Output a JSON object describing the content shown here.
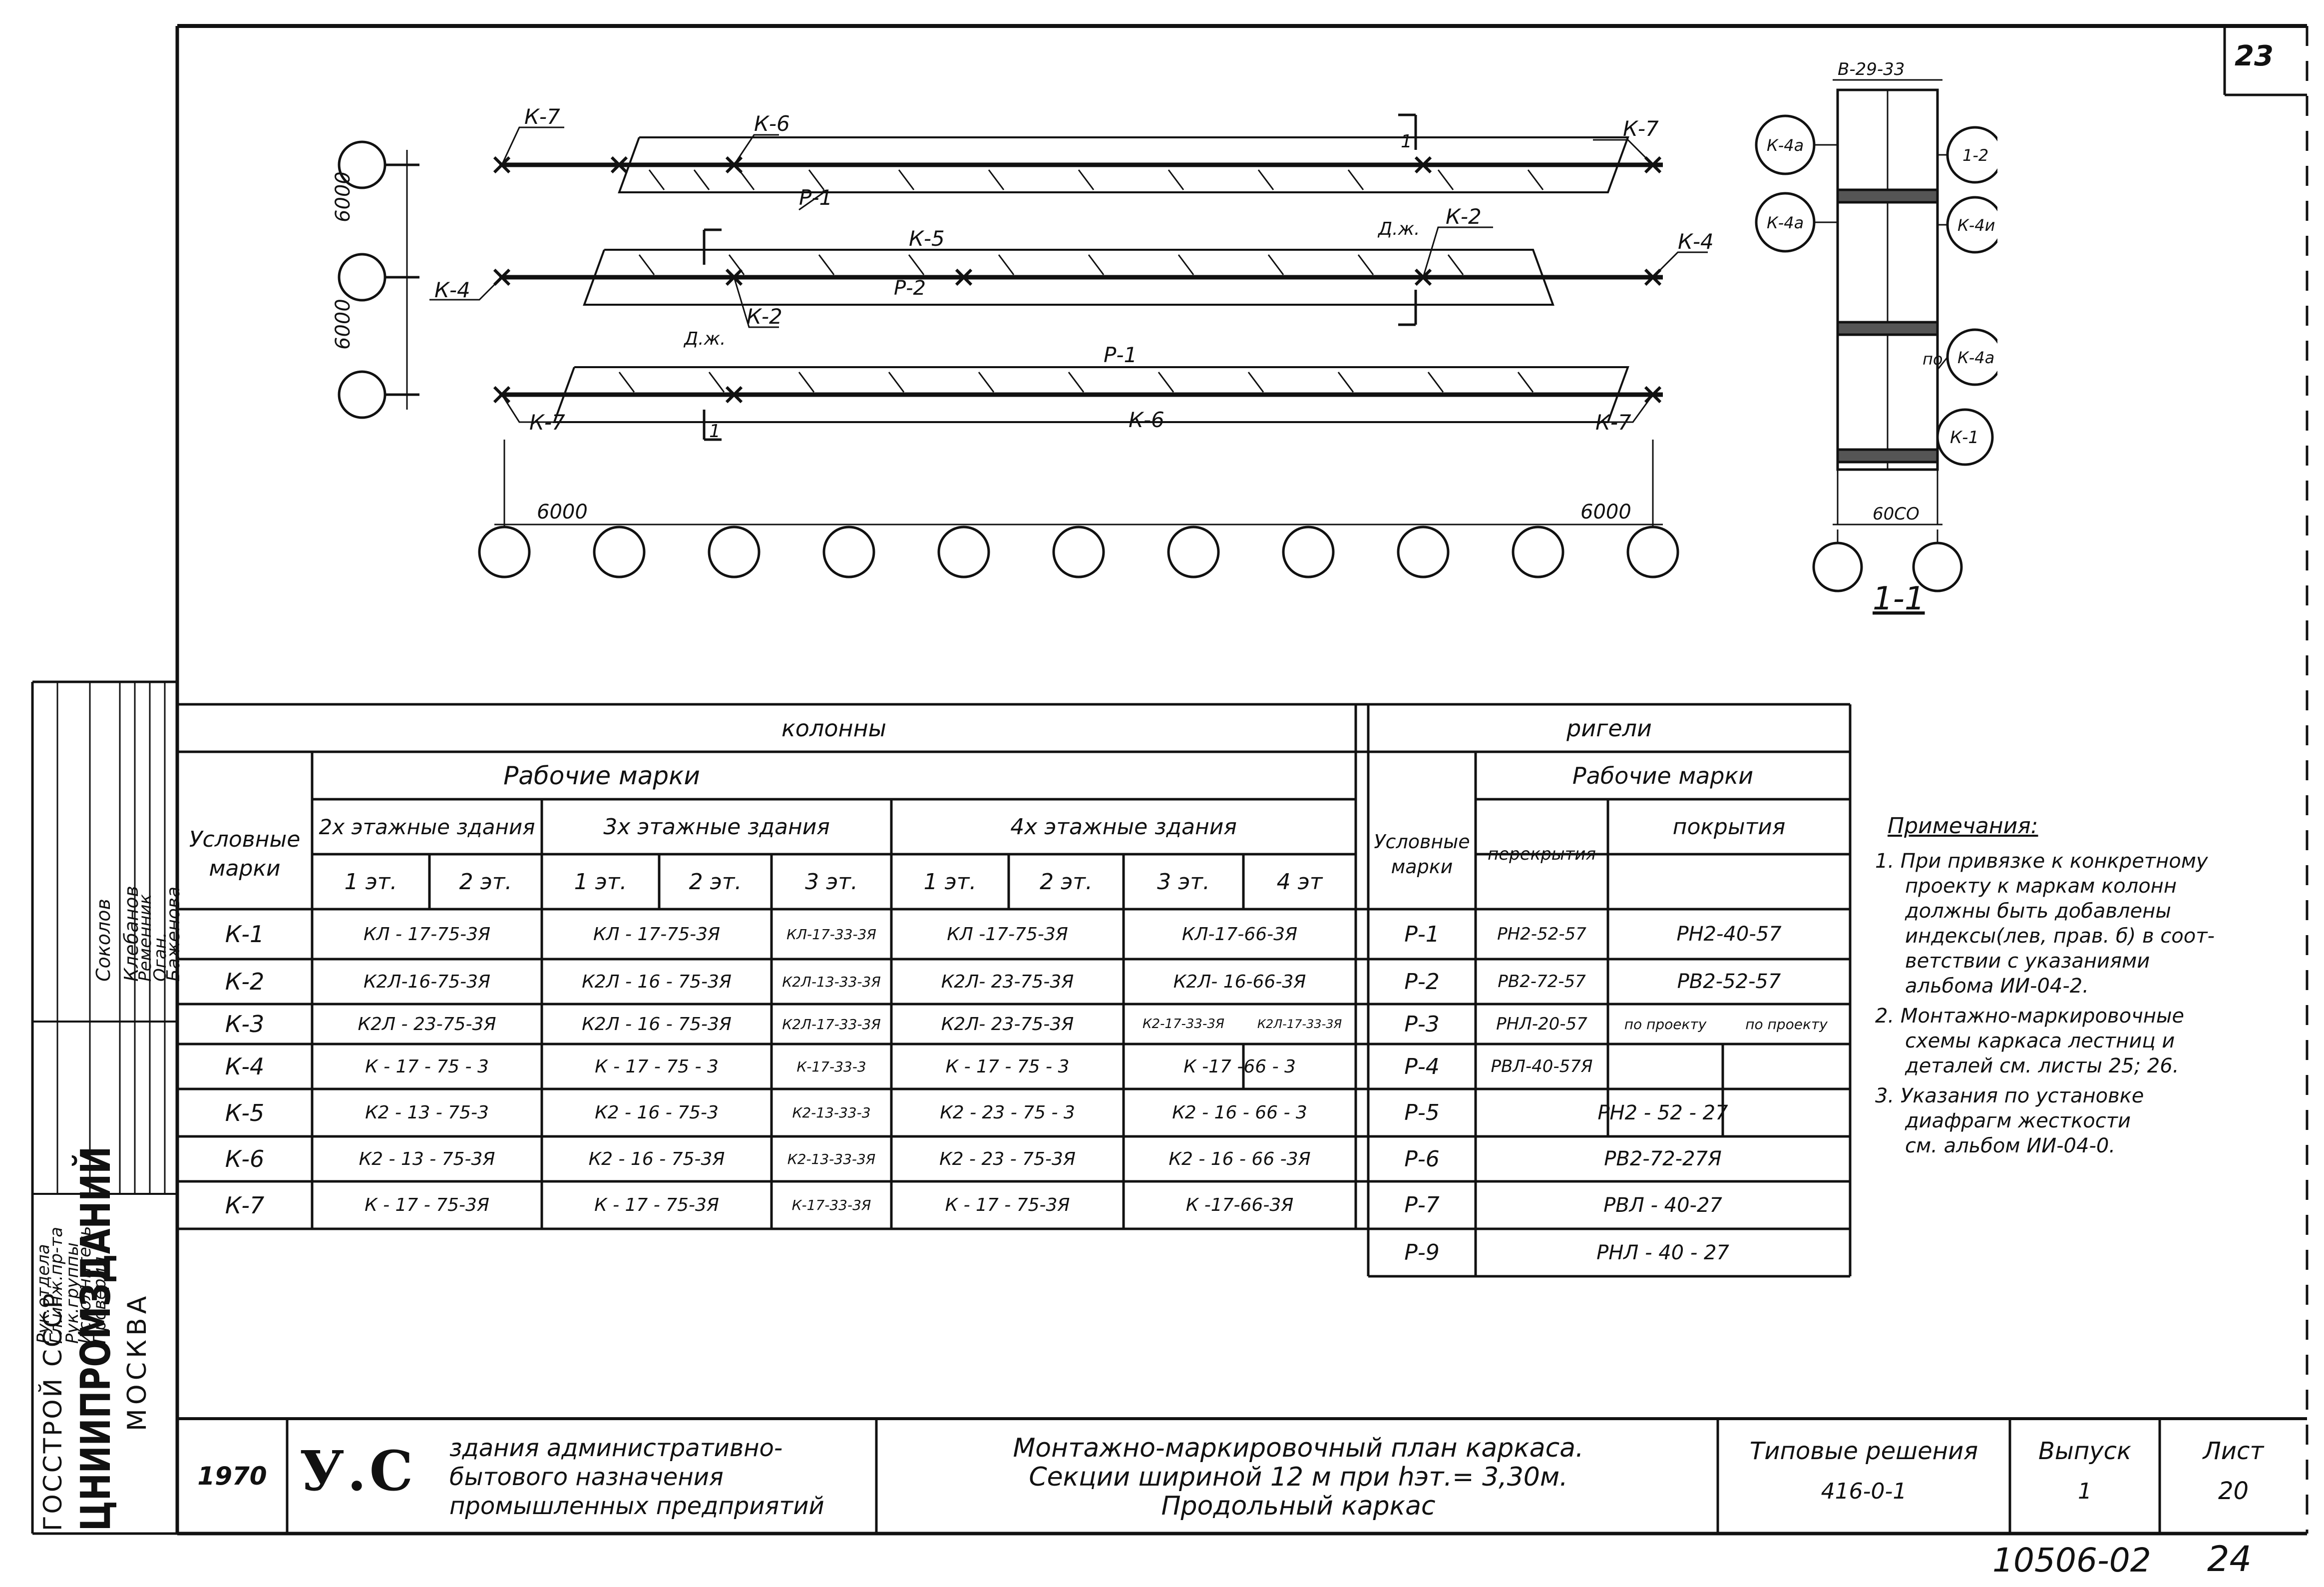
{
  "sheet": {
    "corner_number": "23",
    "bottom_code": "10506-02",
    "bottom_page": "24"
  },
  "side_stamp": {
    "roles": [
      "Рук.отдела",
      "Гл.инж.пр-та",
      "Рук.группы",
      "Исполнитель",
      "Проверил"
    ],
    "names": [
      "Соколов",
      "Клебанов",
      "Ременник",
      "Оган.",
      "Баженова"
    ],
    "org_line1": "ГОССТРОЙ СССР",
    "org_line2": "ЦНИИПРОМЗДАНИЙ",
    "org_line3": "МОСКВА"
  },
  "plan": {
    "dim_vertical": [
      "6000",
      "6000"
    ],
    "dim_horizontal_first": "6000",
    "dim_horizontal_last": "6000",
    "labels": {
      "k7_tl": "К-7",
      "k6_t": "К-6",
      "k7_tr": "К-7",
      "r1_t": "Р-1",
      "dzh1": "Д.ж.",
      "k2_r": "К-2",
      "k5": "К-5",
      "k4_l": "К-4",
      "k4_r": "К-4",
      "r2": "Р-2",
      "dzh2": "Д.ж.",
      "k2_l": "К-2",
      "r1_b": "Р-1",
      "k7_bl": "К-7",
      "k6_b": "К-6",
      "k7_br": "К-7",
      "cut": "1",
      "cut2": "1"
    }
  },
  "section": {
    "title": "1-1",
    "dim_top": "В-29-33",
    "dim_bottom": "60СО",
    "bubbles": [
      "К-4а",
      "1-2",
      "К-4а",
      "К-4и",
      "К-4а",
      "К-1"
    ],
    "po_label": "по"
  },
  "table": {
    "col_title": "колонны",
    "rig_title": "ригели",
    "work_marks": "Рабочие марки",
    "cond_marks": "Условные марки",
    "cond_marks_line1": "Условные",
    "cond_marks_line2": "марки",
    "floors2": "2х этажные здания",
    "floors3": "3х этажные здания",
    "floors4": "4х этажные здания",
    "sub": [
      "1 эт.",
      "2 эт.",
      "1 эт.",
      "2 эт.",
      "3 эт.",
      "1 эт.",
      "2 эт.",
      "3 эт.",
      "4 эт"
    ],
    "rig_work": "Рабочие марки",
    "rig_floor": "перекрытия",
    "rig_roof": "покрытия",
    "col_rows": [
      {
        "m": "К-1",
        "a": "КЛ - 17-75-3Я",
        "b": "КЛ - 17-75-3Я",
        "c": "КЛ-17-33-3Я",
        "d": "КЛ -17-75-3Я",
        "e": "КЛ-17-66-3Я",
        "e2": ""
      },
      {
        "m": "К-2",
        "a": "К2Л-16-75-3Я",
        "b": "К2Л - 16 - 75-3Я",
        "c": "К2Л-13-33-3Я",
        "d": "К2Л- 23-75-3Я",
        "e": "К2Л- 16-66-3Я",
        "e2": ""
      },
      {
        "m": "К-3",
        "a": "К2Л - 23-75-3Я",
        "b": "К2Л - 16 - 75-3Я",
        "c": "К2Л-17-33-3Я",
        "d": "К2Л- 23-75-3Я",
        "e": "К2-17-33-3Я",
        "e2": "К2Л-17-33-3Я"
      },
      {
        "m": "К-4",
        "a": "К - 17 - 75 - 3",
        "b": "К - 17 - 75 - 3",
        "c": "К-17-33-3",
        "d": "К - 17 - 75 - 3",
        "e": "К -17 -66 - 3",
        "e2": ""
      },
      {
        "m": "К-5",
        "a": "К2 - 13 - 75-3",
        "b": "К2 - 16 - 75-3",
        "c": "К2-13-33-3",
        "d": "К2 - 23 - 75 - 3",
        "e": "К2 - 16 - 66 - 3",
        "e2": ""
      },
      {
        "m": "К-6",
        "a": "К2 - 13 - 75-3Я",
        "b": "К2 - 16 - 75-3Я",
        "c": "К2-13-33-3Я",
        "d": "К2 - 23 - 75-3Я",
        "e": "К2 - 16 - 66 -3Я",
        "e2": ""
      },
      {
        "m": "К-7",
        "a": "К - 17 - 75-3Я",
        "b": "К - 17 - 75-3Я",
        "c": "К-17-33-3Я",
        "d": "К - 17 - 75-3Я",
        "e": "К -17-66-3Я",
        "e2": ""
      }
    ],
    "rig_rows": [
      {
        "m": "Р-1",
        "f": "РН2-52-57",
        "r": "РН2-40-57"
      },
      {
        "m": "Р-2",
        "f": "РВ2-72-57",
        "r": "РВ2-52-57"
      },
      {
        "m": "Р-3",
        "f": "РНЛ-20-57",
        "r": "по проекту",
        "r2": "по проекту"
      },
      {
        "m": "Р-4",
        "f": "РВЛ-40-57Я",
        "r": ""
      },
      {
        "m": "Р-5",
        "all": "РН2 - 52 - 27"
      },
      {
        "m": "Р-6",
        "all": "РВ2-72-27Я"
      },
      {
        "m": "Р-7",
        "all": "РВЛ - 40-27"
      },
      {
        "m": "Р-9",
        "all": "РНЛ - 40 - 27"
      }
    ]
  },
  "notes": {
    "title": "Примечания:",
    "n1": [
      "1. При привязке к конкретному",
      "проекту к маркам колонн",
      "должны быть добавлены",
      "индексы(лев, прав. б) в соот-",
      "ветствии с указаниями",
      "альбома ИИ-04-2."
    ],
    "n2": [
      "2. Монтажно-маркировочные",
      "схемы каркаса лестниц и",
      "деталей    см. листы 25; 26."
    ],
    "n3": [
      "3. Указания по установке",
      "диафрагм жесткости",
      "см. альбом ИИ-04-0."
    ]
  },
  "title_block": {
    "year": "1970",
    "code": "У.С",
    "desc": [
      "здания административно-",
      "бытового     назначения",
      "промышленных предприятий"
    ],
    "title": [
      "Монтажно-маркировочный план каркаса.",
      "Секции шириной 12 м при hэт.= 3,30м.",
      "Продольный каркас"
    ],
    "series_label": "Типовые решения",
    "series_value": "416-0-1",
    "issue_label": "Выпуск",
    "issue_value": "1",
    "sheet_label": "Лист",
    "sheet_value": "20"
  }
}
